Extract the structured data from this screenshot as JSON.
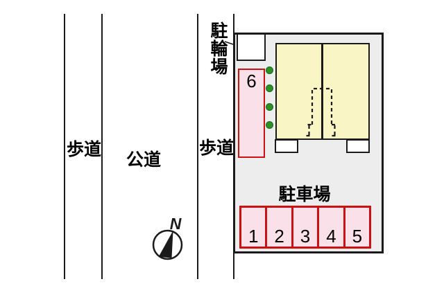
{
  "diagram_type": "real-estate site plan",
  "labels": {
    "sidewalk_left": "歩道",
    "public_road": "公道",
    "sidewalk_right": "歩道",
    "bicycle_parking": "駐輪場",
    "car_parking": "駐車場",
    "north": "N"
  },
  "parking": {
    "label": "駐車場",
    "spots": [
      "1",
      "2",
      "3",
      "4",
      "5"
    ],
    "side_spot": "6"
  },
  "icons": {
    "compass": "north-compass-arrow",
    "shrubs": "green-shrub-markers",
    "dashed_outline": "entrance-approach-dashed-outline"
  },
  "colors": {
    "site_ground": "#EDEDED",
    "building_fill": "#FAF5C5",
    "parking_fill": "#FAE0E9",
    "parking_border": "#CC1111",
    "shrub_green": "#2E9126",
    "line_black": "#1a1a1a",
    "background": "#ffffff"
  }
}
